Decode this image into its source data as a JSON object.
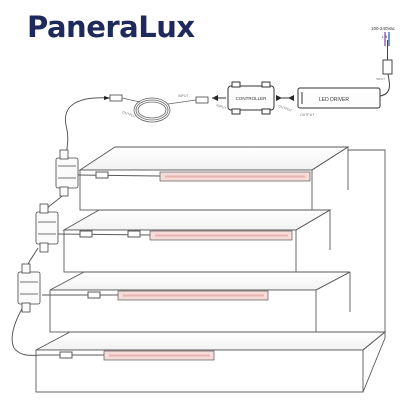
{
  "brand": {
    "name": "PaneraLux"
  },
  "power": {
    "voltage_label": "100-240Vac",
    "wire_labels": "L  N",
    "input_label": "INPUT"
  },
  "devices": {
    "driver_label": "LED DRIVER",
    "controller_label": "CONTROLLER",
    "output_label": "OUTPUT",
    "input_label": "INPUT"
  },
  "colors": {
    "line": "#4a4a4a",
    "strip_glow": "#e8b4b0",
    "brand": "#1f2a5c",
    "wire_live": "#9b59b6",
    "wire_neutral": "#3b6fc4"
  },
  "icons": [
    "connector-icon",
    "splitter-icon",
    "arrow-icon"
  ]
}
